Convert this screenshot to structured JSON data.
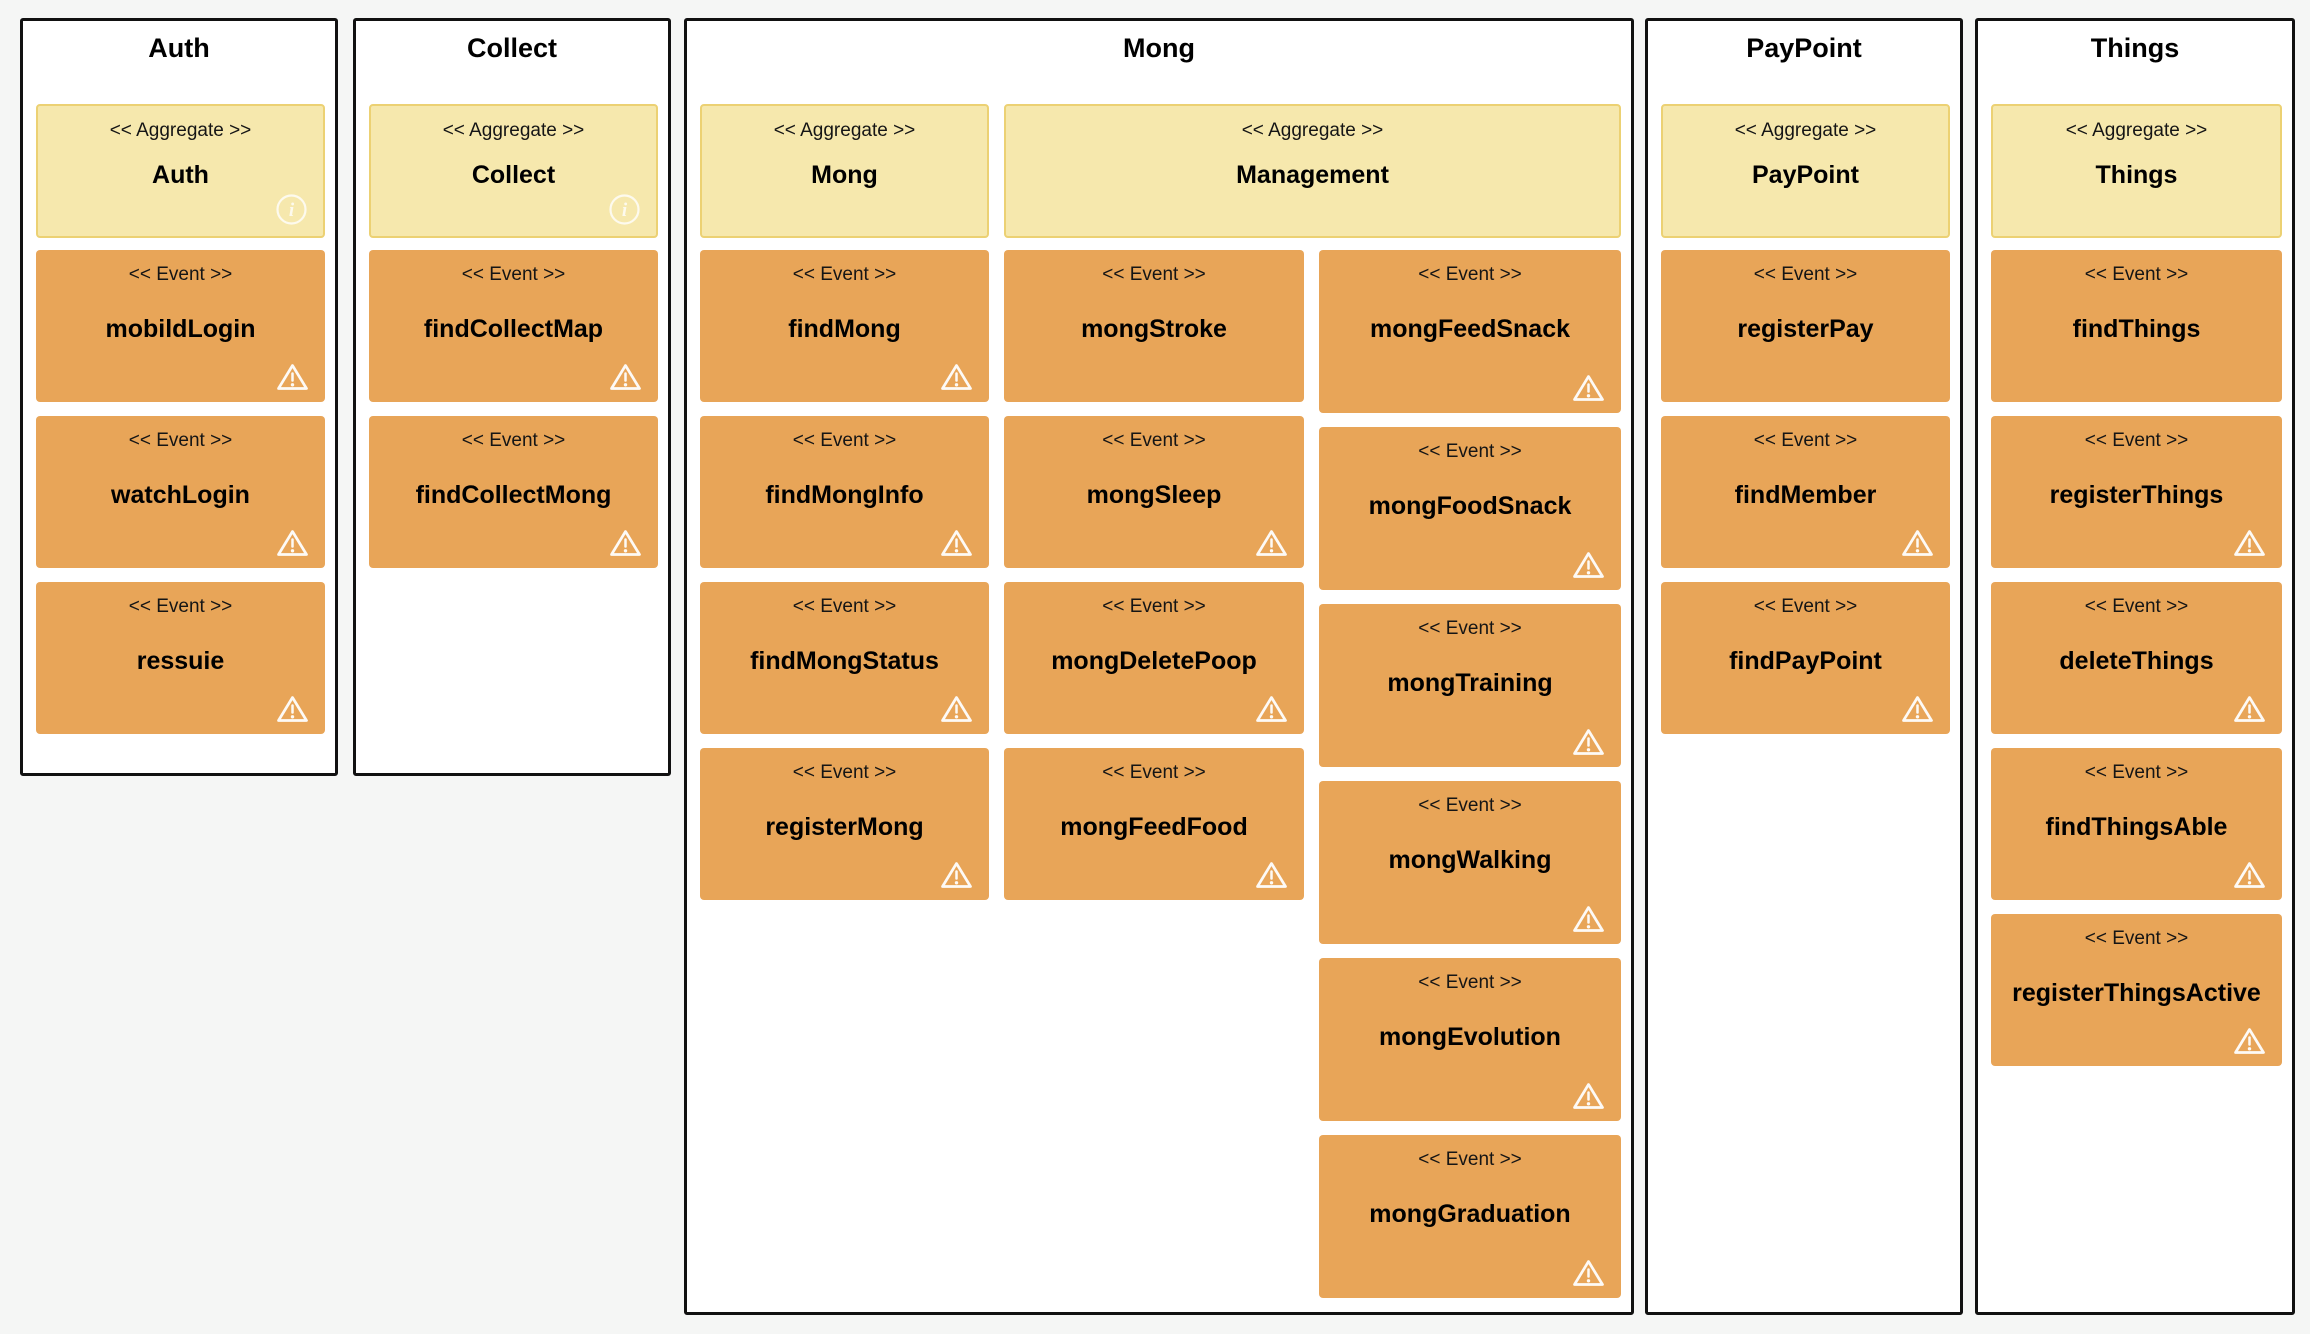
{
  "page": {
    "background_color": "#f5f6f5"
  },
  "colors": {
    "page_bg": "#f5f6f5",
    "container_fill": "#ffffff",
    "container_border": "#111111",
    "aggregate_fill": "#f6e8ad",
    "aggregate_border": "#ecd173",
    "event_fill": "#e8a558",
    "badge_color": "#ffffff"
  },
  "stereotypes": {
    "aggregate": "<< Aggregate >>",
    "event": "<< Event >>"
  },
  "sections": [
    {
      "id": "auth",
      "title": "Auth",
      "aggregates": [
        {
          "name": "Auth",
          "icon": "info",
          "span": 1
        }
      ],
      "event_columns": [
        [
          {
            "name": "mobildLogin",
            "icon": "warning"
          },
          {
            "name": "watchLogin",
            "icon": "warning"
          },
          {
            "name": "ressuie",
            "icon": "warning"
          }
        ]
      ]
    },
    {
      "id": "collect",
      "title": "Collect",
      "aggregates": [
        {
          "name": "Collect",
          "icon": "info",
          "span": 1
        }
      ],
      "event_columns": [
        [
          {
            "name": "findCollectMap",
            "icon": "warning"
          },
          {
            "name": "findCollectMong",
            "icon": "warning"
          }
        ]
      ]
    },
    {
      "id": "mong",
      "title": "Mong",
      "aggregates": [
        {
          "name": "Mong",
          "icon": null,
          "span": 1
        },
        {
          "name": "Management",
          "icon": null,
          "span": 2
        }
      ],
      "event_columns": [
        [
          {
            "name": "findMong",
            "icon": "warning"
          },
          {
            "name": "findMongInfo",
            "icon": "warning"
          },
          {
            "name": "findMongStatus",
            "icon": "warning"
          },
          {
            "name": "registerMong",
            "icon": "warning"
          }
        ],
        [
          {
            "name": "mongStroke",
            "icon": null
          },
          {
            "name": "mongSleep",
            "icon": "warning"
          },
          {
            "name": "mongDeletePoop",
            "icon": "warning"
          },
          {
            "name": "mongFeedFood",
            "icon": "warning"
          }
        ],
        [
          {
            "name": "mongFeedSnack",
            "icon": "warning"
          },
          {
            "name": "mongFoodSnack",
            "icon": "warning"
          },
          {
            "name": "mongTraining",
            "icon": "warning"
          },
          {
            "name": "mongWalking",
            "icon": "warning"
          },
          {
            "name": "mongEvolution",
            "icon": "warning"
          },
          {
            "name": "mongGraduation",
            "icon": "warning"
          }
        ]
      ]
    },
    {
      "id": "paypoint",
      "title": "PayPoint",
      "aggregates": [
        {
          "name": "PayPoint",
          "icon": null,
          "span": 1
        }
      ],
      "event_columns": [
        [
          {
            "name": "registerPay",
            "icon": null
          },
          {
            "name": "findMember",
            "icon": "warning"
          },
          {
            "name": "findPayPoint",
            "icon": "warning"
          }
        ]
      ]
    },
    {
      "id": "things",
      "title": "Things",
      "aggregates": [
        {
          "name": "Things",
          "icon": null,
          "span": 1
        }
      ],
      "event_columns": [
        [
          {
            "name": "findThings",
            "icon": null
          },
          {
            "name": "registerThings",
            "icon": "warning"
          },
          {
            "name": "deleteThings",
            "icon": "warning"
          },
          {
            "name": "findThingsAble",
            "icon": "warning"
          },
          {
            "name": "registerThingsActive",
            "icon": "warning"
          }
        ]
      ]
    }
  ]
}
